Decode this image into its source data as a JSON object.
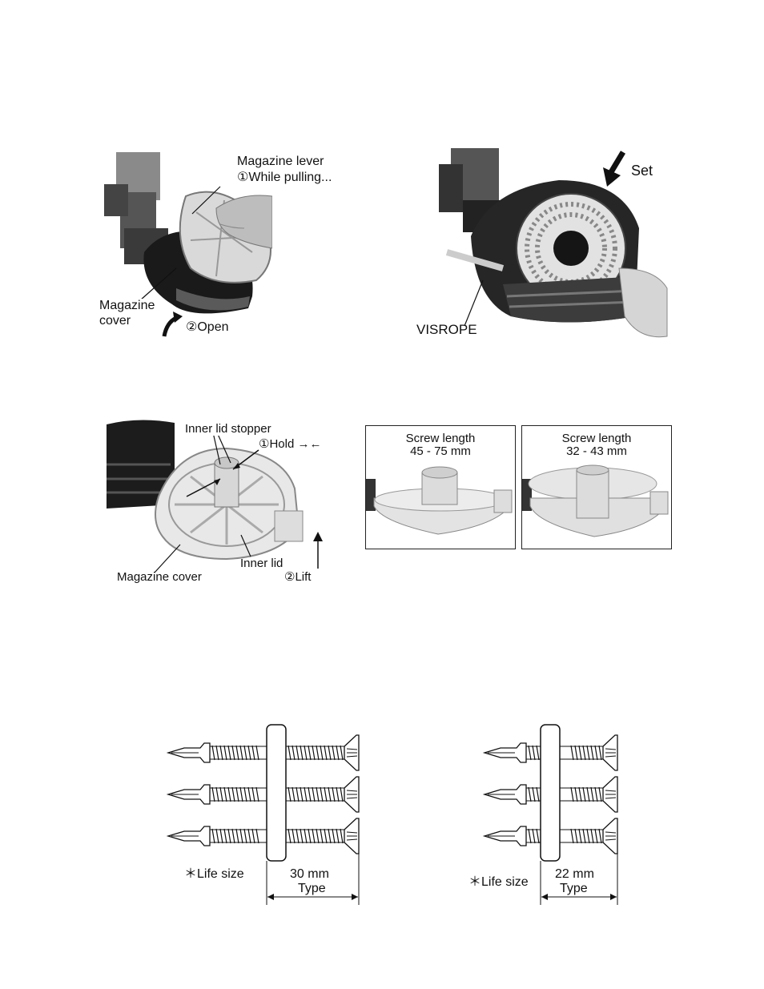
{
  "fig1": {
    "magazine_lever": "Magazine lever",
    "step1": "①While pulling...",
    "magazine_cover_line1": "Magazine",
    "magazine_cover_line2": "cover",
    "step2": "②Open"
  },
  "fig2": {
    "set": "Set",
    "visrope": "VISROPE"
  },
  "fig3": {
    "inner_lid_stopper": "Inner lid stopper",
    "hold": "①Hold →←",
    "inner_lid": "Inner lid",
    "magazine_cover": "Magazine cover",
    "lift": "②Lift"
  },
  "fig4": {
    "left_line1": "Screw length",
    "left_line2": "45 - 75 mm",
    "right_line1": "Screw length",
    "right_line2": "32 - 43 mm"
  },
  "screws": {
    "left": {
      "life_size": "＊Life size",
      "dim": "30 mm",
      "type": "Type"
    },
    "right": {
      "life_size": "＊Life size",
      "dim": "22 mm",
      "type": "Type"
    }
  }
}
